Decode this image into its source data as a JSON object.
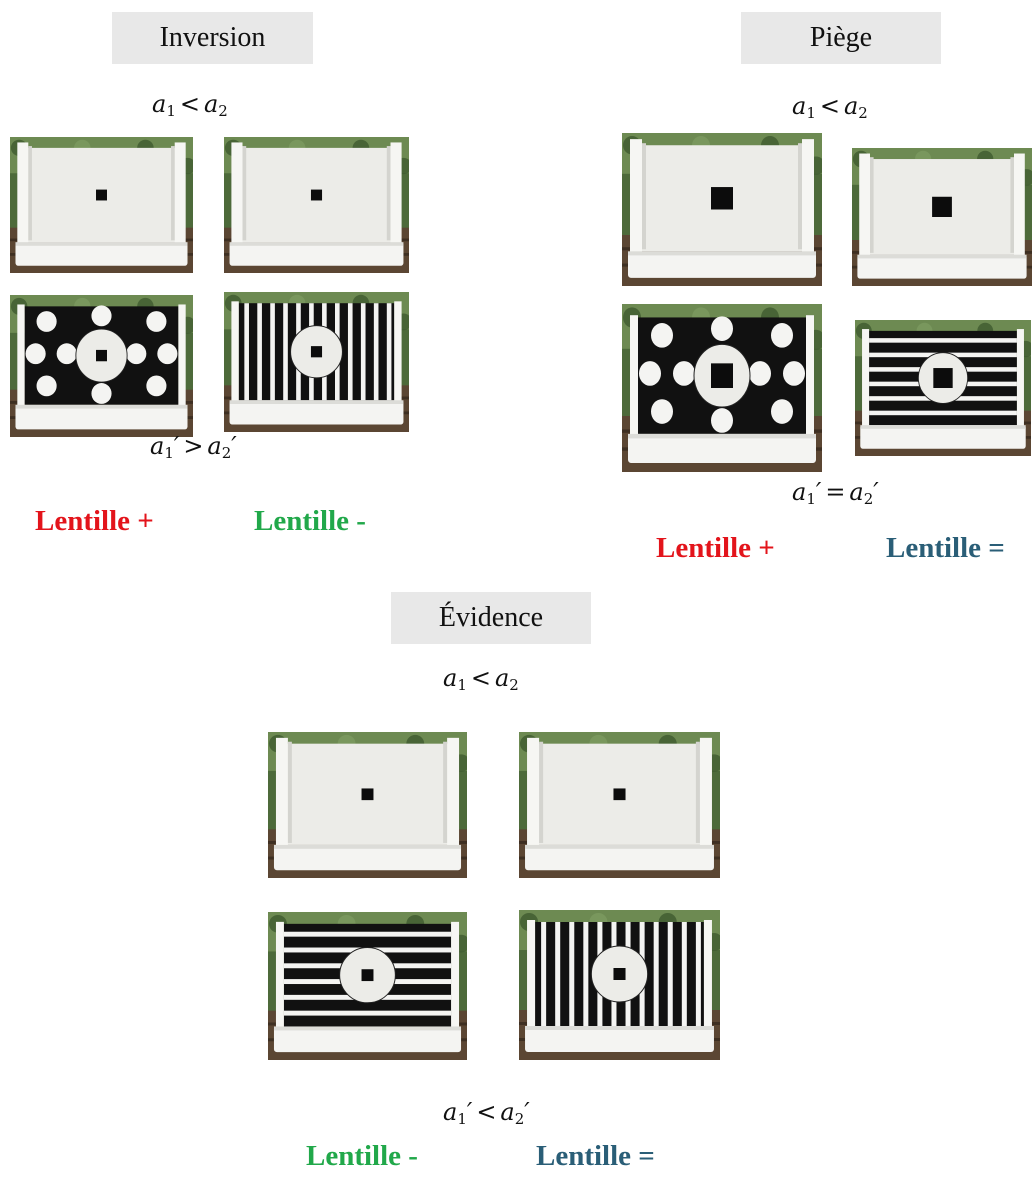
{
  "colors": {
    "lens_plus": "#e3141b",
    "lens_minus": "#21a84a",
    "lens_equal": "#2a5e77",
    "title_bg": "#e8e8e8"
  },
  "inversion": {
    "title": "Inversion",
    "rel_top": {
      "a": "a",
      "s1": "1",
      "op": "<",
      "b": "a",
      "s2": "2"
    },
    "rel_bottom": {
      "a": "a",
      "s1": "1",
      "p1": "′",
      "op": ">",
      "b": "a",
      "s2": "2",
      "p2": "′"
    },
    "lens_left": "Lentille +",
    "lens_right": "Lentille -",
    "photos": [
      "plain-box-small-cube",
      "plain-box-small-cube",
      "dots-pattern-box",
      "vertical-stripes-box"
    ]
  },
  "piege": {
    "title": "Piège",
    "rel_top": {
      "a": "a",
      "s1": "1",
      "op": "<",
      "b": "a",
      "s2": "2"
    },
    "rel_bottom": {
      "a": "a",
      "s1": "1",
      "p1": "′",
      "op": "=",
      "b": "a",
      "s2": "2",
      "p2": "′"
    },
    "lens_left": "Lentille +",
    "lens_right": "Lentille =",
    "photos": [
      "plain-box-large-cube",
      "plain-box-large-cube",
      "dots-pattern-box",
      "horizontal-stripes-box"
    ]
  },
  "evidence": {
    "title": "Évidence",
    "rel_top": {
      "a": "a",
      "s1": "1",
      "op": "<",
      "b": "a",
      "s2": "2"
    },
    "rel_bottom": {
      "a": "a",
      "s1": "1",
      "p1": "′",
      "op": "<",
      "b": "a",
      "s2": "2",
      "p2": "′"
    },
    "lens_left": "Lentille -",
    "lens_right": "Lentille =",
    "photos": [
      "plain-box-small-cube",
      "plain-box-small-cube",
      "horizontal-stripes-box",
      "vertical-stripes-box"
    ]
  }
}
